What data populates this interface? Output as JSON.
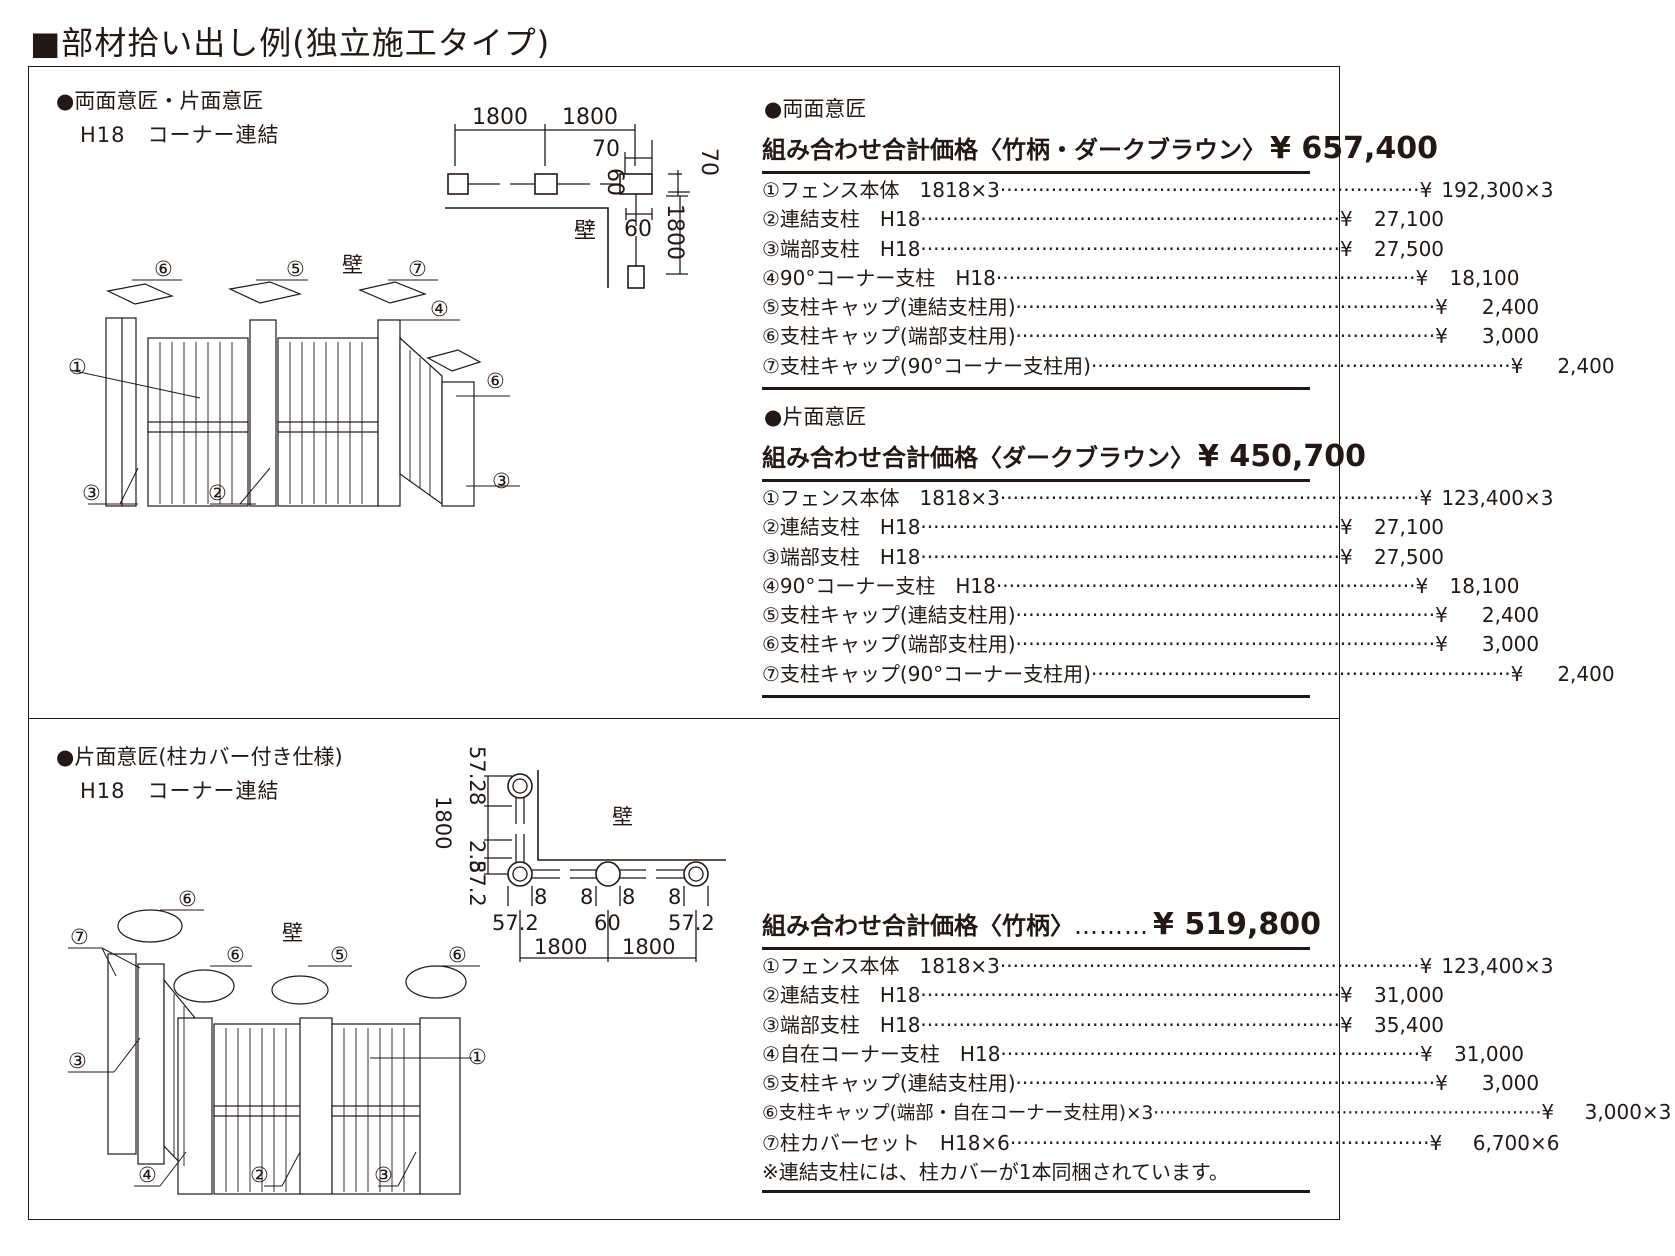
{
  "title": "■部材拾い出し例(独立施工タイプ)",
  "section1": {
    "heading": "●両面意匠・片面意匠",
    "subheading": "H18　コーナー連結",
    "plan": {
      "dim_1800_a": "1800",
      "dim_1800_b": "1800",
      "dim_70_top": "70",
      "dim_70_side": "70",
      "dim_60_a": "60",
      "dim_60_b": "60",
      "dim_1800_v": "1800",
      "wall": "壁"
    },
    "illust": {
      "wall": "壁",
      "c1": "①",
      "c2": "②",
      "c3a": "③",
      "c3b": "③",
      "c4": "④",
      "c5": "⑤",
      "c6a": "⑥",
      "c6b": "⑥",
      "c7": "⑦"
    },
    "double": {
      "heading": "●両面意匠",
      "combo_label": "組み合わせ合計価格〈竹柄・ダークブラウン〉",
      "combo_dots": "……",
      "combo_price": "¥ 657,400",
      "items": [
        {
          "name": "①フェンス本体　1818×3",
          "yen": "¥",
          "price": "192,300×3"
        },
        {
          "name": "②連結支柱　H18",
          "yen": "¥",
          "price": "27,100"
        },
        {
          "name": "③端部支柱　H18",
          "yen": "¥",
          "price": "27,500"
        },
        {
          "name": "④90°コーナー支柱　H18",
          "yen": "¥",
          "price": "18,100"
        },
        {
          "name": "⑤支柱キャップ(連結支柱用)",
          "yen": "¥",
          "price": "2,400"
        },
        {
          "name": "⑥支柱キャップ(端部支柱用)",
          "yen": "¥",
          "price": "3,000"
        },
        {
          "name": "⑦支柱キャップ(90°コーナー支柱用)",
          "yen": "¥",
          "price": "2,400"
        }
      ]
    },
    "single": {
      "heading": "●片面意匠",
      "combo_label": "組み合わせ合計価格〈ダークブラウン〉",
      "combo_dots": "……",
      "combo_price": "¥ 450,700",
      "items": [
        {
          "name": "①フェンス本体　1818×3",
          "yen": "¥",
          "price": "123,400×3"
        },
        {
          "name": "②連結支柱　H18",
          "yen": "¥",
          "price": "27,100"
        },
        {
          "name": "③端部支柱　H18",
          "yen": "¥",
          "price": "27,500"
        },
        {
          "name": "④90°コーナー支柱　H18",
          "yen": "¥",
          "price": "18,100"
        },
        {
          "name": "⑤支柱キャップ(連結支柱用)",
          "yen": "¥",
          "price": "2,400"
        },
        {
          "name": "⑥支柱キャップ(端部支柱用)",
          "yen": "¥",
          "price": "3,000"
        },
        {
          "name": "⑦支柱キャップ(90°コーナー支柱用)",
          "yen": "¥",
          "price": "2,400"
        }
      ]
    }
  },
  "section2": {
    "heading": "●片面意匠(柱カバー付き仕様)",
    "subheading": "H18　コーナー連結",
    "plan": {
      "v_572_top": "57.2",
      "v_8_top": "8",
      "v_1800": "1800",
      "v_28": "2.8",
      "v_572_bot": "57.2",
      "h_8_a": "8",
      "h_8_b": "8",
      "h_8_c": "8",
      "h_8_d": "8",
      "h_572_a": "57.2",
      "h_60": "60",
      "h_572_b": "57.2",
      "h_1800_a": "1800",
      "h_1800_b": "1800",
      "wall": "壁"
    },
    "illust": {
      "wall": "壁",
      "c1": "①",
      "c2": "②",
      "c3a": "③",
      "c3b": "③",
      "c4": "④",
      "c5": "⑤",
      "c6a": "⑥",
      "c6b": "⑥",
      "c6c": "⑥",
      "c7": "⑦"
    },
    "combo_label": "組み合わせ合計価格〈竹柄〉",
    "combo_dots": "………",
    "combo_price": "¥ 519,800",
    "items": [
      {
        "name": "①フェンス本体　1818×3",
        "yen": "¥",
        "price": "123,400×3"
      },
      {
        "name": "②連結支柱　H18",
        "yen": "¥",
        "price": "31,000"
      },
      {
        "name": "③端部支柱　H18",
        "yen": "¥",
        "price": "35,400"
      },
      {
        "name": "④自在コーナー支柱　H18",
        "yen": "¥",
        "price": "31,000"
      },
      {
        "name": "⑤支柱キャップ(連結支柱用)",
        "yen": "¥",
        "price": "3,000"
      },
      {
        "name": "⑥支柱キャップ(端部・自在コーナー支柱用)×3",
        "yen": "¥",
        "price": "3,000×3"
      },
      {
        "name": "⑦柱カバーセット　H18×6",
        "yen": "¥",
        "price": "6,700×6"
      }
    ],
    "note": "※連結支柱には、柱カバーが1本同梱されています。"
  }
}
